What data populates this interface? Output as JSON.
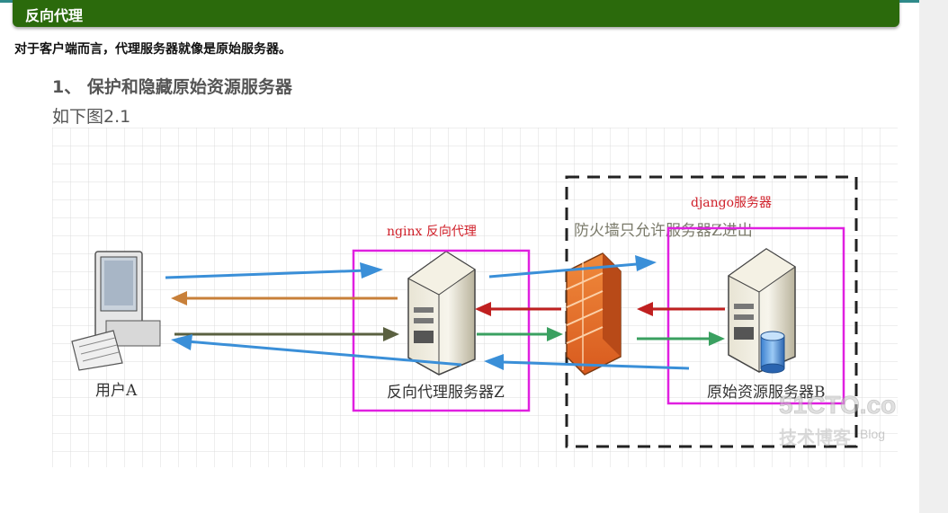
{
  "header": {
    "title": "反向代理"
  },
  "intro": "对于客户端而言，代理服务器就像是原始服务器。",
  "item": "1、 保护和隐藏原始资源服务器",
  "caption": "如下图2.1",
  "figure": {
    "labels": {
      "user": "用户A",
      "proxy": "反向代理服务器Z",
      "origin": "原始资源服务器B",
      "firewall": "防火墙只允许服务器Z进出",
      "nginx": "nginx 反向代理",
      "django": "django服务器"
    },
    "watermark": {
      "site": "51CTO.com",
      "sub": "技术博客",
      "blog": "Blog"
    },
    "colors": {
      "annotation": "#e020e0",
      "annotation_text": "#d0202a",
      "blue_arrow": "#3a8fd8",
      "orange_arrow": "#c8803a",
      "olive_arrow": "#5a6040",
      "red_arrow": "#c02020",
      "green_arrow": "#3aa060"
    },
    "icons": [
      "computer-icon",
      "server-icon",
      "server-database-icon",
      "firewall-icon"
    ]
  }
}
